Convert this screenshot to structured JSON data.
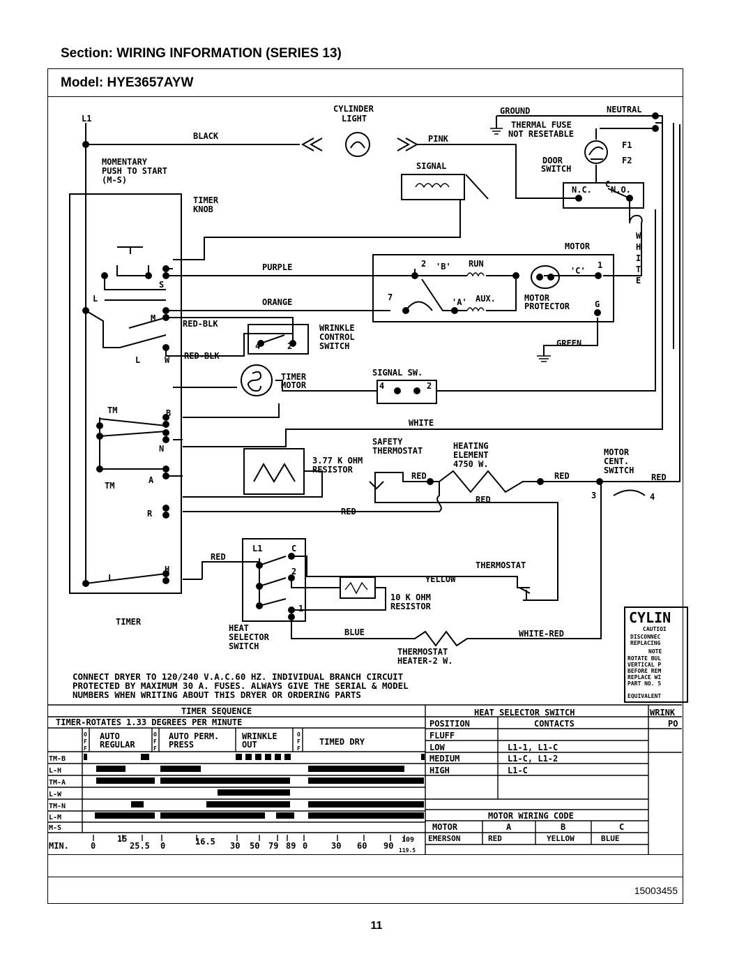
{
  "header": {
    "section": "Section:  WIRING INFORMATION (SERIES 13)",
    "model": "Model:  HYE3657AYW"
  },
  "page": {
    "part_number": "15003455",
    "number": "11"
  },
  "diagram": {
    "labels": {
      "l1": "L1",
      "black": "BLACK",
      "cylinder_light_1": "CYLINDER",
      "cylinder_light_2": "LIGHT",
      "pink": "PINK",
      "ground": "GROUND",
      "neutral": "NEUTRAL",
      "thermal_fuse_1": "THERMAL FUSE",
      "thermal_fuse_2": "NOT RESETABLE",
      "f1": "F1",
      "f2": "F2",
      "door_switch_1": "DOOR",
      "door_switch_2": "SWITCH",
      "nc": "N.C.",
      "c": "C",
      "no": "N.O.",
      "momentary_1": "MOMENTARY",
      "momentary_2": "PUSH TO START",
      "momentary_3": "(M-S)",
      "signal": "SIGNAL",
      "timer_knob_1": "TIMER",
      "timer_knob_2": "KNOB",
      "white_vertical": [
        "W",
        "H",
        "I",
        "T",
        "E"
      ],
      "motor": "MOTOR",
      "purple": "PURPLE",
      "orange": "ORANGE",
      "s": "S",
      "l": "L",
      "m": "M",
      "w": "W",
      "two": "2",
      "b_quote": "'B'",
      "run": "RUN",
      "c_quote": "'C'",
      "one": "1",
      "seven": "7",
      "a_quote": "'A'",
      "aux": "AUX.",
      "motor_protector_1": "MOTOR",
      "motor_protector_2": "PROTECTOR",
      "g": "G",
      "red_blk": "RED-BLK",
      "wrinkle_1": "WRINKLE",
      "wrinkle_2": "CONTROL",
      "wrinkle_3": "SWITCH",
      "four": "4",
      "green": "GREEN",
      "timer_motor_1": "TIMER",
      "timer_motor_2": "MOTOR",
      "signal_sw": "SIGNAL SW.",
      "tm": "TM",
      "b": "B",
      "white": "WHITE",
      "n": "N",
      "a": "A",
      "r": "R",
      "h": "H",
      "safety_1": "SAFETY",
      "safety_2": "THERMOSTAT",
      "heating_1": "HEATING",
      "heating_2": "ELEMENT",
      "heating_3": "4750 W.",
      "resistor_377_1": "3.77 K OHM",
      "resistor_377_2": "RESISTOR",
      "red": "RED",
      "motor_cent_1": "MOTOR",
      "motor_cent_2": "CENT.",
      "motor_cent_3": "SWITCH",
      "three": "3",
      "thermostat": "THERMOSTAT",
      "yellow": "YELLOW",
      "resistor_10k_1": "10 K OHM",
      "resistor_10k_2": "RESISTOR",
      "timer": "TIMER",
      "heat_sel_1": "HEAT",
      "heat_sel_2": "SELECTOR",
      "heat_sel_3": "SWITCH",
      "blue": "BLUE",
      "white_red": "WHITE-RED",
      "therm_heater_1": "THERMOSTAT",
      "therm_heater_2": "HEATER-2 W.",
      "cylin": "CYLIN",
      "caution": [
        "CAUTIOI",
        "DISCONNEC",
        "REPLACING",
        "NOTE",
        "ROTATE BUL",
        "VERTICAL P",
        "BEFORE REM",
        "REPLACE WI",
        "PART NO. 5",
        "EQUIVALENT"
      ]
    },
    "notes": [
      "CONNECT DRYER TO 120/240 V.A.C.60 HZ. INDIVIDUAL BRANCH CIRCUIT",
      "PROTECTED BY MAXIMUM 30 A. FUSES. ALWAYS GIVE THE SERIAL & MODEL",
      "NUMBERS WHEN WRITING ABOUT THIS DRYER OR ORDERING PARTS"
    ]
  },
  "timer_sequence": {
    "title": "TIMER SEQUENCE",
    "subtitle": "TIMER-ROTATES 1.33 DEGREES PER MINUTE",
    "cycles": [
      "AUTO",
      "REGULAR",
      "AUTO PERM.",
      "PRESS",
      "WRINKLE",
      "OUT",
      "TIMED DRY"
    ],
    "off": [
      "O",
      "F",
      "F"
    ],
    "rows": [
      "TM-B",
      "L-H",
      "TM-A",
      "L-W",
      "TM-N",
      "L-M",
      "M-S"
    ],
    "min_label": "MIN.",
    "ticks": [
      "0",
      "15",
      "25.5",
      "0",
      "16.5",
      "30",
      "50",
      "79",
      "89",
      "0",
      "30",
      "60",
      "90",
      "109",
      "119.5"
    ]
  },
  "heat_selector": {
    "title": "HEAT SELECTOR SWITCH",
    "headers": [
      "POSITION",
      "CONTACTS"
    ],
    "rows": [
      [
        "FLUFF",
        ""
      ],
      [
        "LOW",
        "L1-1, L1-C"
      ],
      [
        "MEDIUM",
        "L1-C, L1-2"
      ],
      [
        "HIGH",
        "L1-C"
      ]
    ]
  },
  "motor_wiring": {
    "title": "MOTOR WIRING CODE",
    "headers": [
      "MOTOR",
      "A",
      "B",
      "C"
    ],
    "row": [
      "EMERSON",
      "RED",
      "YELLOW",
      "BLUE"
    ]
  },
  "wrinkle_partial": {
    "title": "WRINK",
    "sub": "PO"
  }
}
